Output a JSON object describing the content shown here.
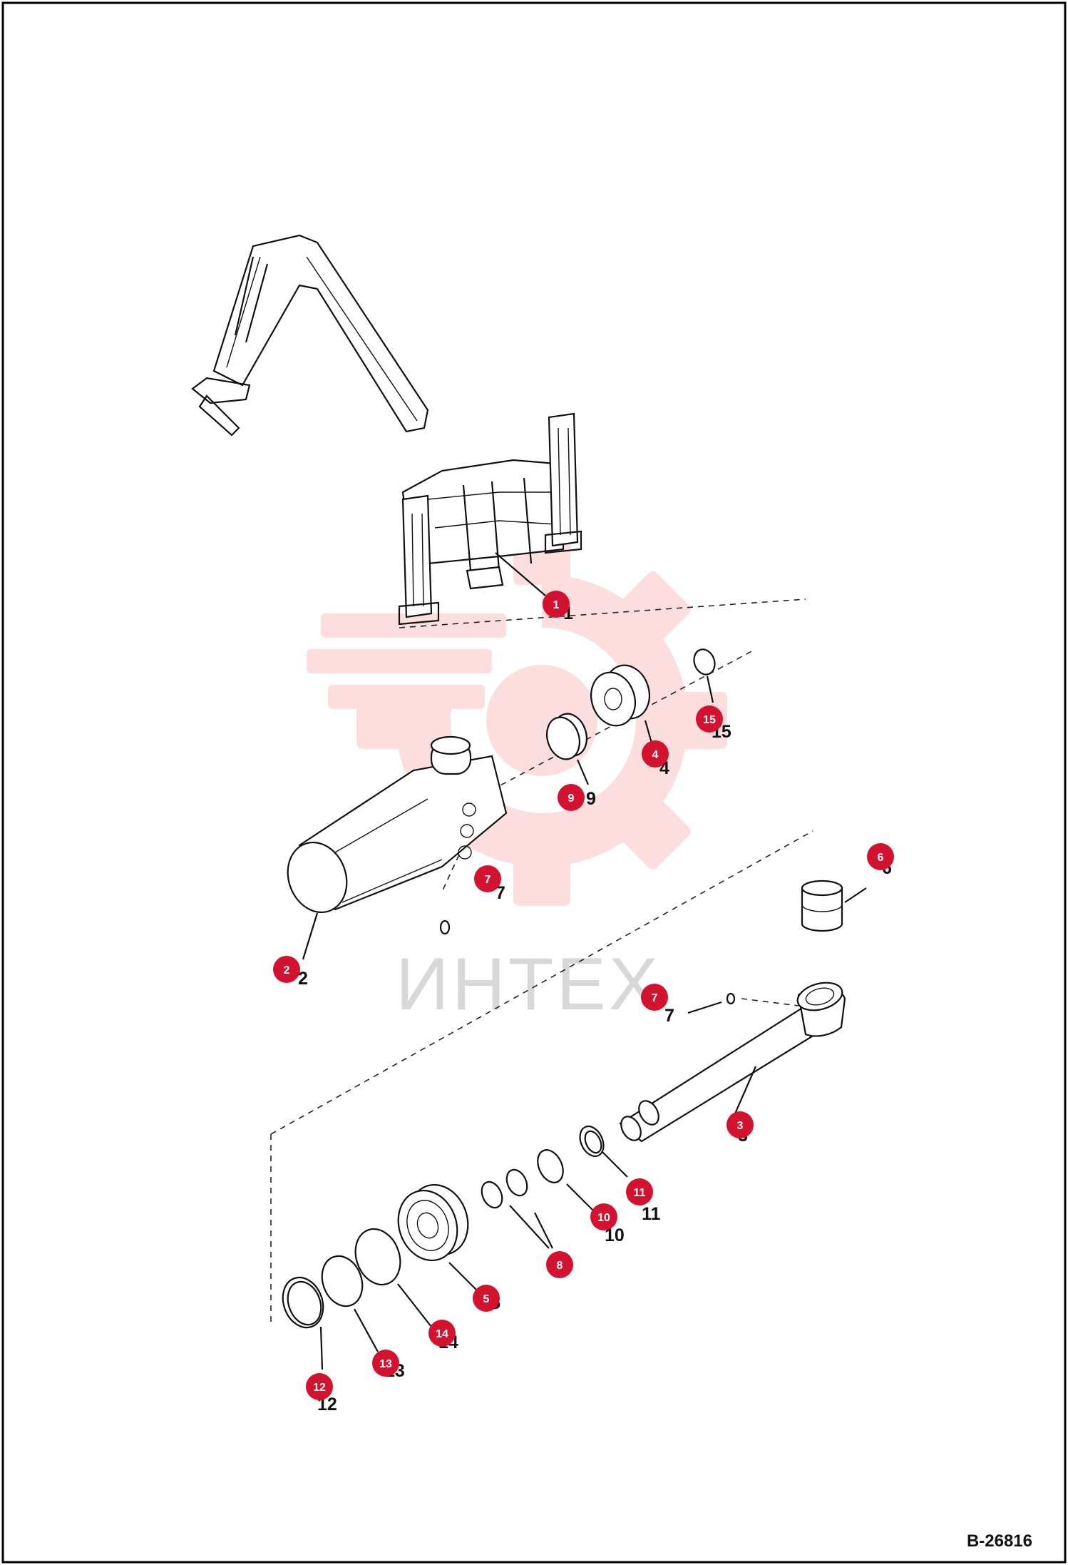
{
  "drawing_number": "B-26816",
  "watermark": {
    "text": "ИНТЕХ",
    "color": "#f06a6a"
  },
  "callouts": [
    {
      "id": "c1",
      "number": "1",
      "label": "1"
    },
    {
      "id": "c2",
      "number": "2",
      "label": "2"
    },
    {
      "id": "c3",
      "number": "3",
      "label": "3"
    },
    {
      "id": "c4",
      "number": "4",
      "label": "4"
    },
    {
      "id": "c5",
      "number": "5",
      "label": "5"
    },
    {
      "id": "c6",
      "number": "6",
      "label": "6"
    },
    {
      "id": "c7a",
      "number": "7",
      "label": "7"
    },
    {
      "id": "c7b",
      "number": "7",
      "label": "7"
    },
    {
      "id": "c8",
      "number": "8",
      "label": ""
    },
    {
      "id": "c9",
      "number": "9",
      "label": "9"
    },
    {
      "id": "c10",
      "number": "10",
      "label": "10"
    },
    {
      "id": "c11",
      "number": "11",
      "label": "11"
    },
    {
      "id": "c12",
      "number": "12",
      "label": "12"
    },
    {
      "id": "c13",
      "number": "13",
      "label": "13"
    },
    {
      "id": "c14",
      "number": "14",
      "label": "14"
    },
    {
      "id": "c15",
      "number": "15",
      "label": "15"
    }
  ],
  "colors": {
    "badge": "#d2122e",
    "line": "#111111",
    "border": "#000000"
  }
}
